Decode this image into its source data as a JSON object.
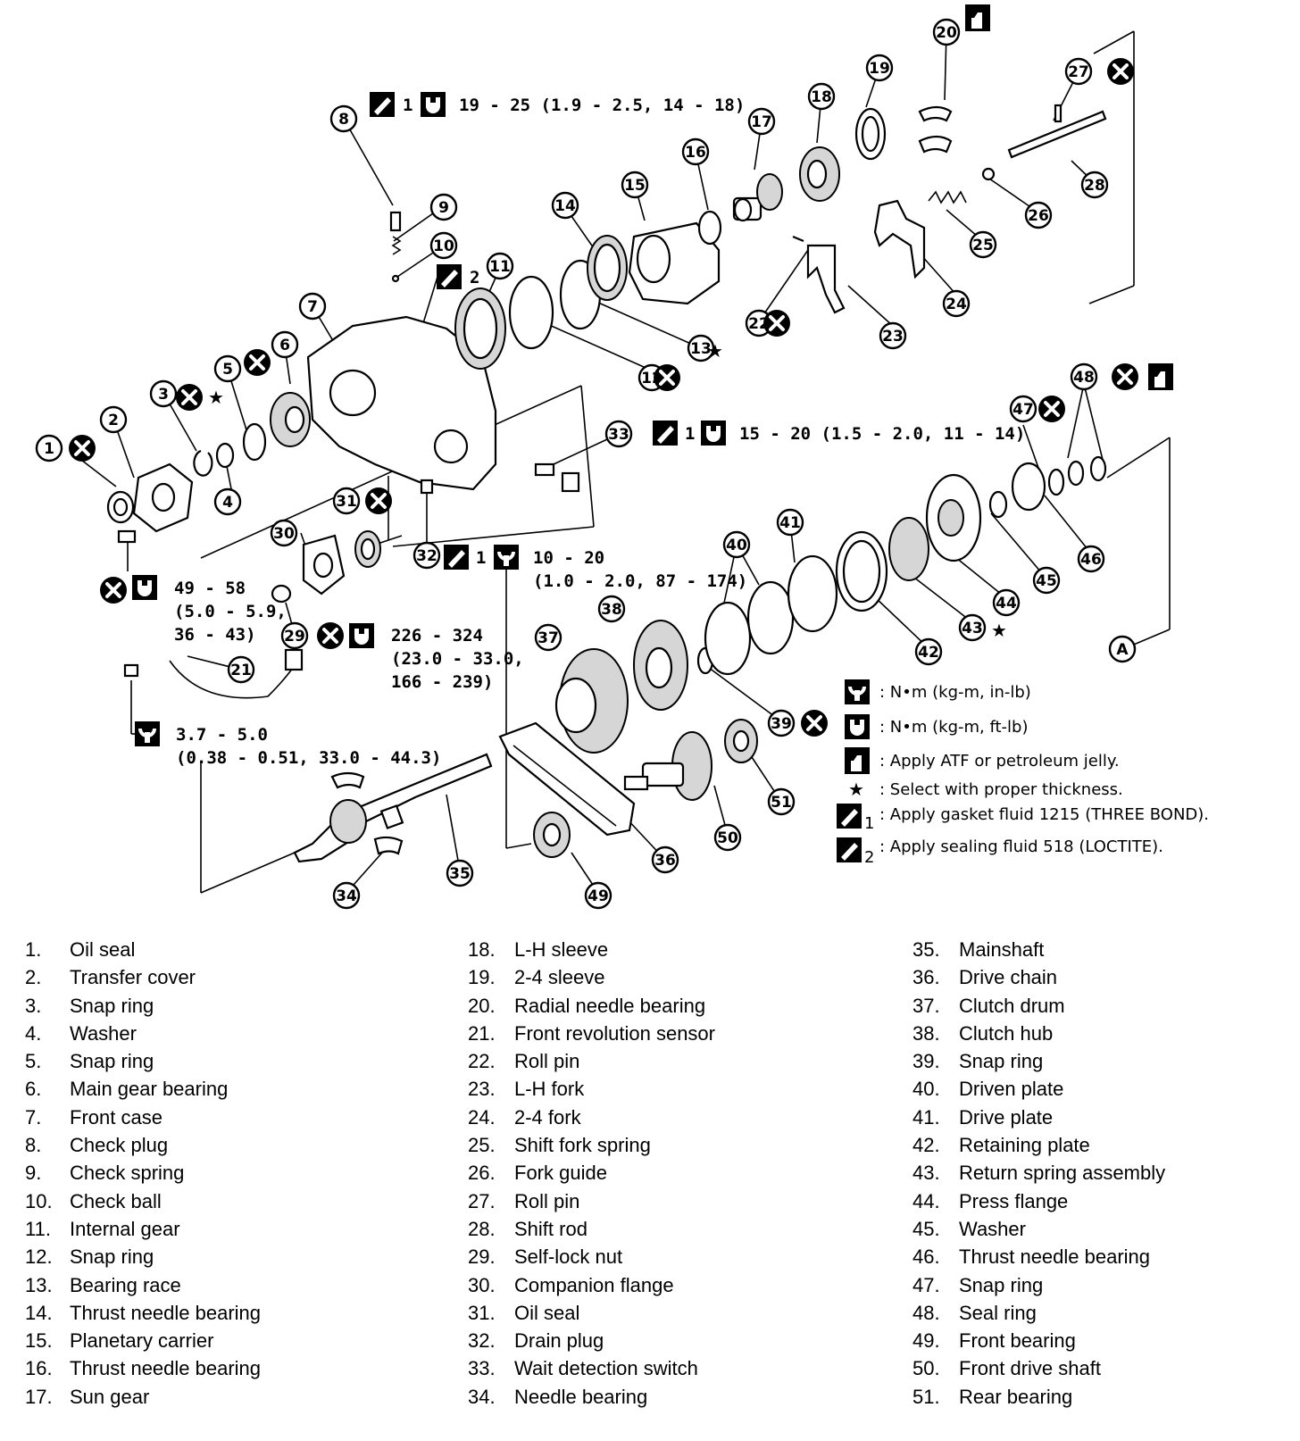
{
  "torque_specs": {
    "t8": "19 - 25 (1.9 - 2.5, 14 - 18)",
    "t33": "15 - 20 (1.5 - 2.0, 11 - 14)",
    "t32_1": "10 - 20",
    "t32_2": "(1.0 - 2.0, 87 - 174)",
    "t2_1": "49 - 58",
    "t2_2": "(5.0 - 5.9,",
    "t2_3": "36 - 43)",
    "t29_1": "226 - 324",
    "t29_2": "(23.0 - 33.0,",
    "t29_3": "166 - 239)",
    "t21_1": "3.7 - 5.0",
    "t21_2": "(0.38 - 0.51, 33.0 - 44.3)",
    "gasket_1": "1",
    "sealing_2": "2"
  },
  "callouts": [
    "1",
    "2",
    "3",
    "4",
    "5",
    "6",
    "7",
    "8",
    "9",
    "10",
    "11",
    "12",
    "13",
    "14",
    "15",
    "16",
    "17",
    "18",
    "19",
    "20",
    "21",
    "22",
    "23",
    "24",
    "25",
    "26",
    "27",
    "28",
    "29",
    "30",
    "31",
    "32",
    "33",
    "34",
    "35",
    "36",
    "37",
    "38",
    "39",
    "40",
    "41",
    "42",
    "43",
    "44",
    "45",
    "46",
    "47",
    "48",
    "49",
    "50",
    "51",
    "A"
  ],
  "legend": {
    "nm_kgm_inlb": ": N•m (kg-m, in-lb)",
    "nm_kgm_ftlb": ": N•m (kg-m, ft-lb)",
    "atf": ": Apply ATF or petroleum jelly.",
    "thickness": ": Select with proper thickness.",
    "gasket": ": Apply gasket fluid 1215 (THREE BOND).",
    "sealing": ": Apply sealing fluid 518 (LOCTITE).",
    "star": "★",
    "gasket_num": "1",
    "sealing_num": "2"
  },
  "parts": [
    {
      "n": "1.",
      "name": "Oil seal"
    },
    {
      "n": "2.",
      "name": "Transfer cover"
    },
    {
      "n": "3.",
      "name": "Snap ring"
    },
    {
      "n": "4.",
      "name": "Washer"
    },
    {
      "n": "5.",
      "name": "Snap ring"
    },
    {
      "n": "6.",
      "name": "Main gear bearing"
    },
    {
      "n": "7.",
      "name": "Front case"
    },
    {
      "n": "8.",
      "name": "Check plug"
    },
    {
      "n": "9.",
      "name": "Check spring"
    },
    {
      "n": "10.",
      "name": "Check ball"
    },
    {
      "n": "11.",
      "name": "Internal gear"
    },
    {
      "n": "12.",
      "name": "Snap ring"
    },
    {
      "n": "13.",
      "name": "Bearing race"
    },
    {
      "n": "14.",
      "name": "Thrust needle bearing"
    },
    {
      "n": "15.",
      "name": "Planetary carrier"
    },
    {
      "n": "16.",
      "name": "Thrust needle bearing"
    },
    {
      "n": "17.",
      "name": "Sun gear"
    },
    {
      "n": "18.",
      "name": "L-H sleeve"
    },
    {
      "n": "19.",
      "name": "2-4 sleeve"
    },
    {
      "n": "20.",
      "name": "Radial needle bearing"
    },
    {
      "n": "21.",
      "name": "Front revolution sensor"
    },
    {
      "n": "22.",
      "name": "Roll pin"
    },
    {
      "n": "23.",
      "name": "L-H fork"
    },
    {
      "n": "24.",
      "name": "2-4 fork"
    },
    {
      "n": "25.",
      "name": "Shift fork spring"
    },
    {
      "n": "26.",
      "name": "Fork guide"
    },
    {
      "n": "27.",
      "name": "Roll pin"
    },
    {
      "n": "28.",
      "name": "Shift rod"
    },
    {
      "n": "29.",
      "name": "Self-lock nut"
    },
    {
      "n": "30.",
      "name": "Companion flange"
    },
    {
      "n": "31.",
      "name": "Oil seal"
    },
    {
      "n": "32.",
      "name": "Drain plug"
    },
    {
      "n": "33.",
      "name": "Wait detection switch"
    },
    {
      "n": "34.",
      "name": "Needle bearing"
    },
    {
      "n": "35.",
      "name": "Mainshaft"
    },
    {
      "n": "36.",
      "name": "Drive chain"
    },
    {
      "n": "37.",
      "name": "Clutch drum"
    },
    {
      "n": "38.",
      "name": "Clutch hub"
    },
    {
      "n": "39.",
      "name": "Snap ring"
    },
    {
      "n": "40.",
      "name": "Driven plate"
    },
    {
      "n": "41.",
      "name": "Drive plate"
    },
    {
      "n": "42.",
      "name": "Retaining plate"
    },
    {
      "n": "43.",
      "name": "Return spring assembly"
    },
    {
      "n": "44.",
      "name": "Press flange"
    },
    {
      "n": "45.",
      "name": "Washer"
    },
    {
      "n": "46.",
      "name": "Thrust needle bearing"
    },
    {
      "n": "47.",
      "name": "Snap ring"
    },
    {
      "n": "48.",
      "name": "Seal ring"
    },
    {
      "n": "49.",
      "name": "Front bearing"
    },
    {
      "n": "50.",
      "name": "Front drive shaft"
    },
    {
      "n": "51.",
      "name": "Rear bearing"
    }
  ]
}
